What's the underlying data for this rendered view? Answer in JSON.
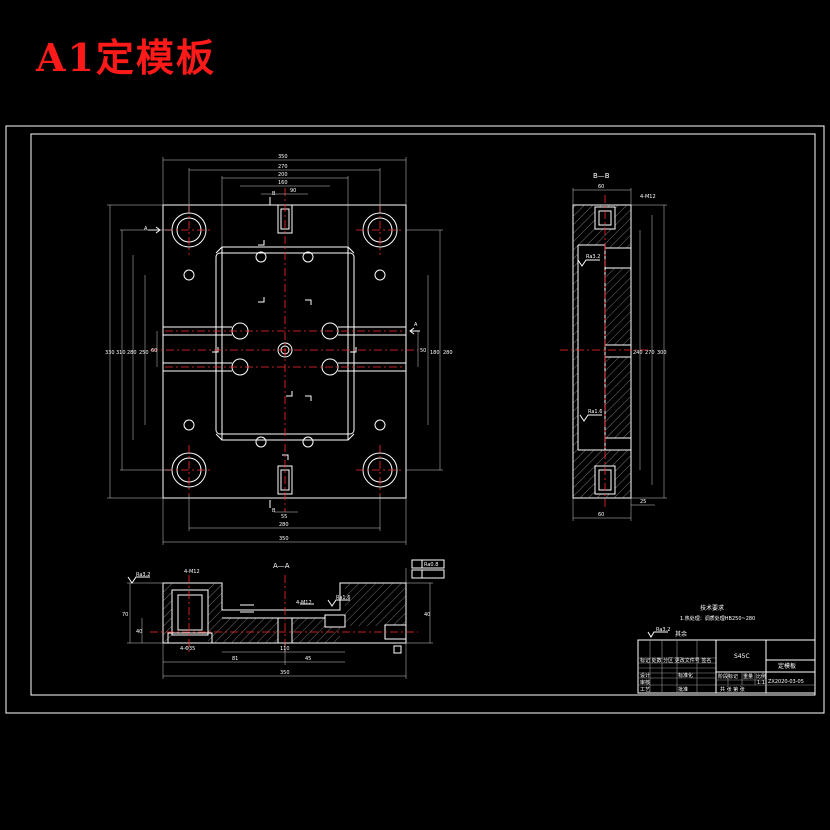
{
  "title": "A1定模板",
  "colors": {
    "background": "#000000",
    "lines": "#ffffff",
    "centerlines": "#ff2a2a",
    "title": "#ff1a1a"
  },
  "views": {
    "section_a": "A",
    "section_b": "B",
    "aa_title": "A—A",
    "bb_title": "B—B"
  },
  "dims": {
    "top_overall": "350",
    "top_1": "270",
    "top_2": "200",
    "top_3": "160",
    "top_4": "90",
    "bottom_1": "280",
    "bottom_2": "350",
    "bottom_3": "55",
    "left_1": "330",
    "left_2": "310",
    "left_3": "280",
    "left_4": "250",
    "left_5": "60",
    "right_1": "280",
    "right_2": "180",
    "right_3": "50",
    "aa_overall": "350",
    "aa_1": "81",
    "aa_2": "110",
    "aa_3": "45",
    "aa_height": "70",
    "aa_depth": "40",
    "aa_hole": "4-M12",
    "aa_hole2": "4-Φ35",
    "bb_top": "60",
    "bb_bot": "60",
    "bb_right": "25",
    "bb_h1": "240",
    "bb_h2": "270",
    "bb_h3": "300"
  },
  "roughness": {
    "r1": "Ra3.2",
    "r2": "Ra3.2",
    "r3": "Ra1.6",
    "r4": "Ra1.6",
    "r5": "Ra0.8"
  },
  "notes": {
    "heading": "技术要求",
    "line1": "1.热处理：调质处理HB250~280"
  },
  "title_block": {
    "material": "S45C",
    "part_name": "定模板",
    "drawing_no": "ZX2020-03-05",
    "row1": "标记 处数 分区 更改文件号 签名",
    "designer": "设计",
    "standard": "标准化",
    "checker": "审核",
    "process": "工艺",
    "approve": "批准",
    "stage": "阶段标记",
    "weight": "重量",
    "scale": "比例",
    "scale_value": "1:1",
    "sheet": "共 张 第 张",
    "roughness_other": "其余"
  }
}
